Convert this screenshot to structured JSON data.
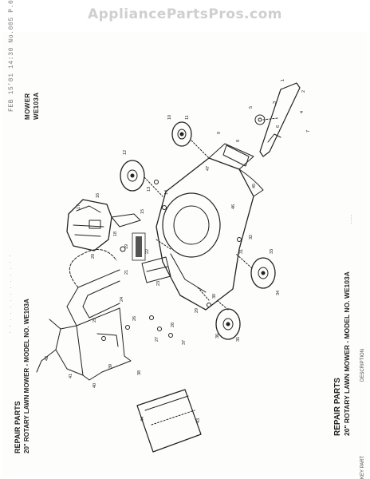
{
  "watermark": "AppliancePartsPros.com",
  "fax_header": "FEB 15'01 14:30 No.005 P.01",
  "fax_noise": "- - . . . . . . . . . - -",
  "left_block": {
    "heading": "REPAIR PARTS",
    "title": "20\" ROTARY LAWN MOWER - MODEL NO. WE103A",
    "model_heading": "MOWER",
    "model_value": "WE103A"
  },
  "right_block": {
    "heading": "REPAIR PARTS",
    "title": "20\" ROTARY LAWN MOWER - MODEL NO. WE103A",
    "key_no_label": "KEY PART",
    "description_label": "DESCRIPTION",
    "corner_mark": "- - - -"
  },
  "callouts": [
    "1",
    "2",
    "3",
    "4",
    "5",
    "6",
    "7",
    "8",
    "9",
    "10",
    "11",
    "12",
    "13",
    "14",
    "15",
    "16",
    "17",
    "18",
    "19",
    "20",
    "21",
    "22",
    "23",
    "24",
    "25",
    "26",
    "27",
    "28",
    "29",
    "30",
    "31",
    "32",
    "33",
    "34",
    "35",
    "36",
    "37",
    "38",
    "39",
    "40",
    "41",
    "42",
    "43",
    "44",
    "45",
    "46",
    "47"
  ],
  "colors": {
    "line": "#222222",
    "watermark": "#cfcfcf",
    "paper": "#fdfdfc"
  }
}
